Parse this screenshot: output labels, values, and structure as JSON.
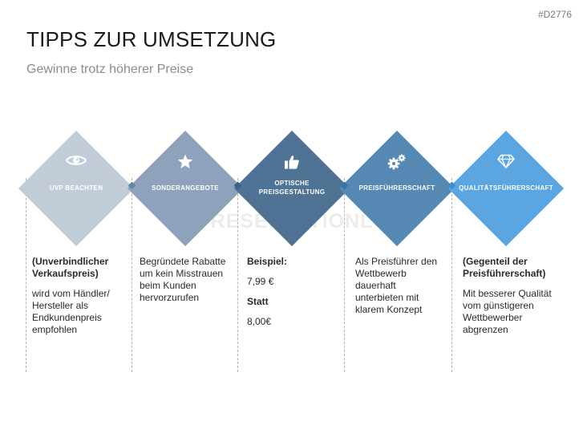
{
  "slide_id": "#D2776",
  "title": "TIPPS ZUR UMSETZUNG",
  "subtitle": "Gewinne trotz höherer Preise",
  "watermark": "PRESENTATIONLOAD",
  "steps": [
    {
      "label": "UVP BEACHTEN",
      "icon": "eye-icon",
      "color": "#c2ccd8",
      "text_bold": "(Unverbindlicher Verkaufspreis)",
      "text": "wird vom Händler/ Hersteller als Endkundenpreis empfohlen"
    },
    {
      "label": "SONDERANGEBOTE",
      "icon": "star-icon",
      "color": "#8ea3bb",
      "text": "Begründete Rabatte um kein Misstrauen beim Kunden hervorzurufen"
    },
    {
      "label_line1": "OPTISCHE",
      "label_line2": "PREISGESTALTUNG",
      "icon": "thumbs-up-icon",
      "color": "#4e7394",
      "example_label": "Beispiel:",
      "example_price": "7,99 €",
      "instead_label": "Statt",
      "instead_price": "8,00€"
    },
    {
      "label": "PREISFÜHRERSCHAFT",
      "icon": "gears-icon",
      "color": "#5688b4",
      "text": "Als Preisführer den Wettbewerb dauerhaft unterbieten mit klarem Konzept"
    },
    {
      "label": "QUALITÄTSFÜHRERSCHAFT",
      "icon": "diamond-icon",
      "color": "#5ba6e0",
      "text_bold": "(Gegenteil der Preisführerschaft)",
      "text": "Mit besserer Qualität vom günstigeren Wettbewerber abgrenzen"
    }
  ]
}
